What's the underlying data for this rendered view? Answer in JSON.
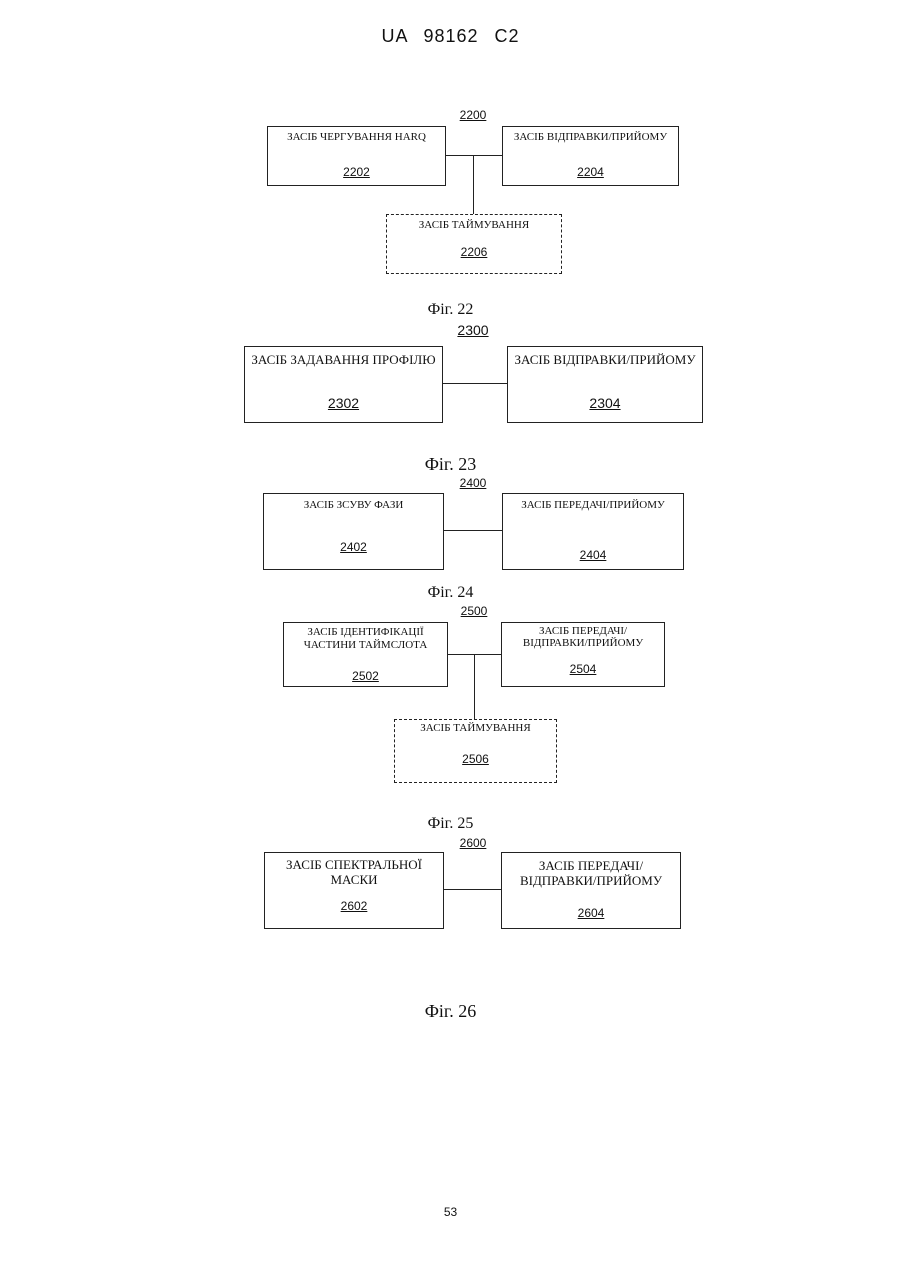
{
  "header": {
    "text": "UA 98162 C2"
  },
  "page_number": "53",
  "fig22": {
    "ref": "2200",
    "box_2202": {
      "label": "ЗАСІБ ЧЕРГУВАННЯ HARQ",
      "num": "2202"
    },
    "box_2204": {
      "label": "ЗАСІБ ВІДПРАВКИ/ПРИЙОМУ",
      "num": "2204"
    },
    "box_2206": {
      "label": "ЗАСІБ ТАЙМУВАННЯ",
      "num": "2206"
    },
    "caption": "Фіг. 22"
  },
  "fig23": {
    "ref": "2300",
    "box_2302": {
      "label": "ЗАСІБ ЗАДАВАННЯ ПРОФІЛЮ",
      "num": "2302"
    },
    "box_2304": {
      "label": "ЗАСІБ ВІДПРАВКИ/ПРИЙОМУ",
      "num": "2304"
    },
    "caption": "Фіг. 23"
  },
  "fig24": {
    "ref": "2400",
    "box_2402": {
      "label": "ЗАСІБ ЗСУВУ ФАЗИ",
      "num": "2402"
    },
    "box_2404": {
      "label": "ЗАСІБ ПЕРЕДАЧІ/ПРИЙОМУ",
      "num": "2404"
    },
    "caption": "Фіг. 24"
  },
  "fig25": {
    "ref": "2500",
    "box_2502": {
      "label_line1": "ЗАСІБ ІДЕНТИФІКАЦІЇ",
      "label_line2": "ЧАСТИНИ ТАЙМСЛОТА",
      "num": "2502"
    },
    "box_2504": {
      "label_line1": "ЗАСІБ ПЕРЕДАЧІ/",
      "label_line2": "ВІДПРАВКИ/ПРИЙОМУ",
      "num": "2504"
    },
    "box_2506": {
      "label": "ЗАСІБ ТАЙМУВАННЯ",
      "num": "2506"
    },
    "caption": "Фіг. 25"
  },
  "fig26": {
    "ref": "2600",
    "box_2602": {
      "label": "ЗАСІБ СПЕКТРАЛЬНОЇ МАСКИ",
      "num": "2602"
    },
    "box_2604": {
      "label_line1": "ЗАСІБ ПЕРЕДАЧІ/",
      "label_line2": "ВІДПРАВКИ/ПРИЙОМУ",
      "num": "2604"
    },
    "caption": "Фіг. 26"
  }
}
